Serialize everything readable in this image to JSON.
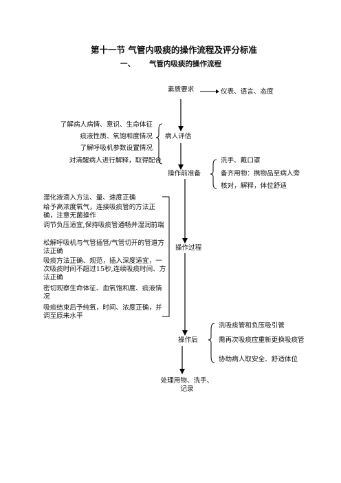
{
  "title": "第十一节  气管内吸痰的操作流程及评分标准",
  "subtitle": {
    "num": "一、",
    "text": "气管内吸痰的操作流程"
  },
  "flow": {
    "quality": {
      "label": "素质要求",
      "right": "仪表、语言、态度"
    },
    "assess": {
      "label": "病人评估",
      "left": [
        "了解病人病情、意识、生命体征",
        "痰液性质、氧饱和度情况",
        "了解呼吸机参数设置情况",
        "对清醒病人进行解释，取得配合"
      ]
    },
    "prep": {
      "label": "操作前准备",
      "right": [
        "洗手、戴口罩",
        "备齐用物：携物品至病人旁",
        "核对，解释，体位舒适"
      ]
    },
    "process": {
      "label": "操作过程",
      "left": [
        "湿化液滴入方法、量、速度正确",
        "给予高浓度氧气，连接吸痰管的方法正确，注意无菌操作",
        "调节负压适宜,保持吸痰管通畅并湿润前端",
        "松解呼吸机与气管插管/气管切开的管道方法正确",
        "吸痰方法正确、规范，插入深度适宜，一次吸痰时间不超过15秒,连续吸痰时间、方法正确",
        "密切观察生命体征、血氧饱和度、痰液情况",
        "吸痰结束后予纯氧，时间、浓度正确，并调至原来水平"
      ]
    },
    "after": {
      "label": "操作后",
      "right": [
        "洗吸痰管和负压吸引管",
        "需再次吸痰应重新更换吸痰管",
        "协助病人取安全、舒适体位"
      ]
    },
    "dispose": {
      "label": "处理用物、洗手、记录"
    }
  }
}
